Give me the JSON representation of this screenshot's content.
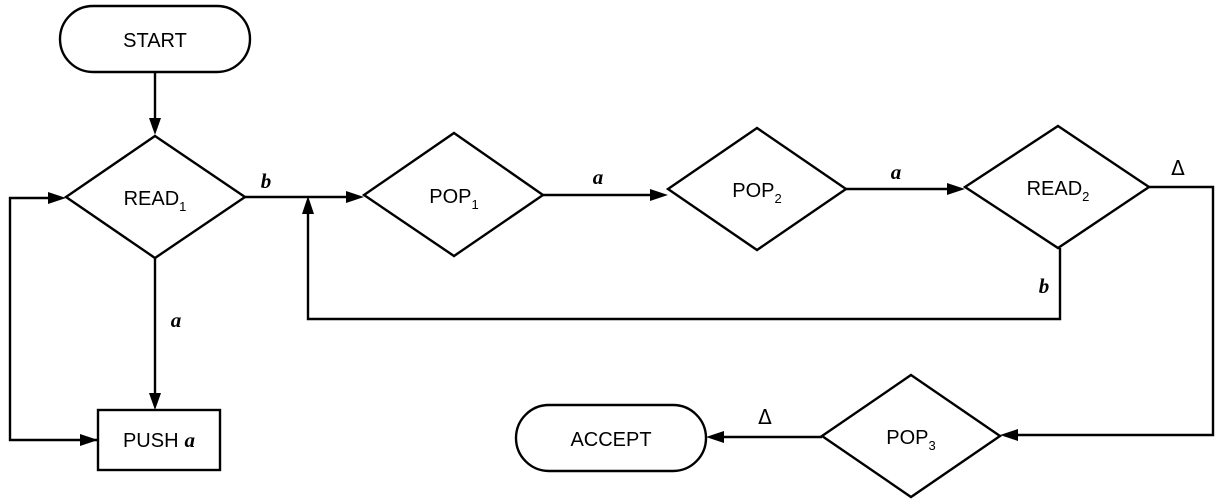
{
  "nodes": {
    "start": {
      "label": "START"
    },
    "read1": {
      "label": "READ",
      "sub": "1"
    },
    "push_a": {
      "label": "PUSH",
      "arg": "a"
    },
    "pop1": {
      "label": "POP",
      "sub": "1"
    },
    "pop2": {
      "label": "POP",
      "sub": "2"
    },
    "read2": {
      "label": "READ",
      "sub": "2"
    },
    "pop3": {
      "label": "POP",
      "sub": "3"
    },
    "accept": {
      "label": "ACCEPT"
    }
  },
  "edges": {
    "read1_to_pop1": {
      "label": "b"
    },
    "read1_to_push": {
      "label": "a"
    },
    "pop1_to_pop2": {
      "label": "a"
    },
    "pop2_to_read2": {
      "label": "a"
    },
    "read2_loop_back": {
      "label": "b"
    },
    "read2_to_pop3": {
      "label": "Δ"
    },
    "pop3_to_accept": {
      "label": "Δ"
    }
  }
}
